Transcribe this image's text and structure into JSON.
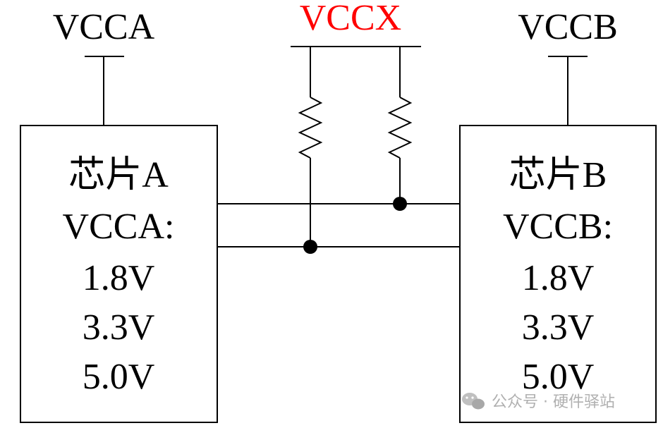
{
  "supplies": {
    "vcca": "VCCA",
    "vccx": "VCCX",
    "vccb": "VCCB"
  },
  "chip_a": {
    "name": "芯片A",
    "supply_label": "VCCA:",
    "voltages": [
      "1.8V",
      "3.3V",
      "5.0V"
    ]
  },
  "chip_b": {
    "name": "芯片B",
    "supply_label": "VCCB:",
    "voltages": [
      "1.8V",
      "3.3V",
      "5.0V"
    ]
  },
  "watermark": {
    "text": "公众号 · 硬件驿站"
  },
  "colors": {
    "line": "#000000",
    "vccx_label": "#ff0000",
    "watermark": "#b0b0b0"
  }
}
